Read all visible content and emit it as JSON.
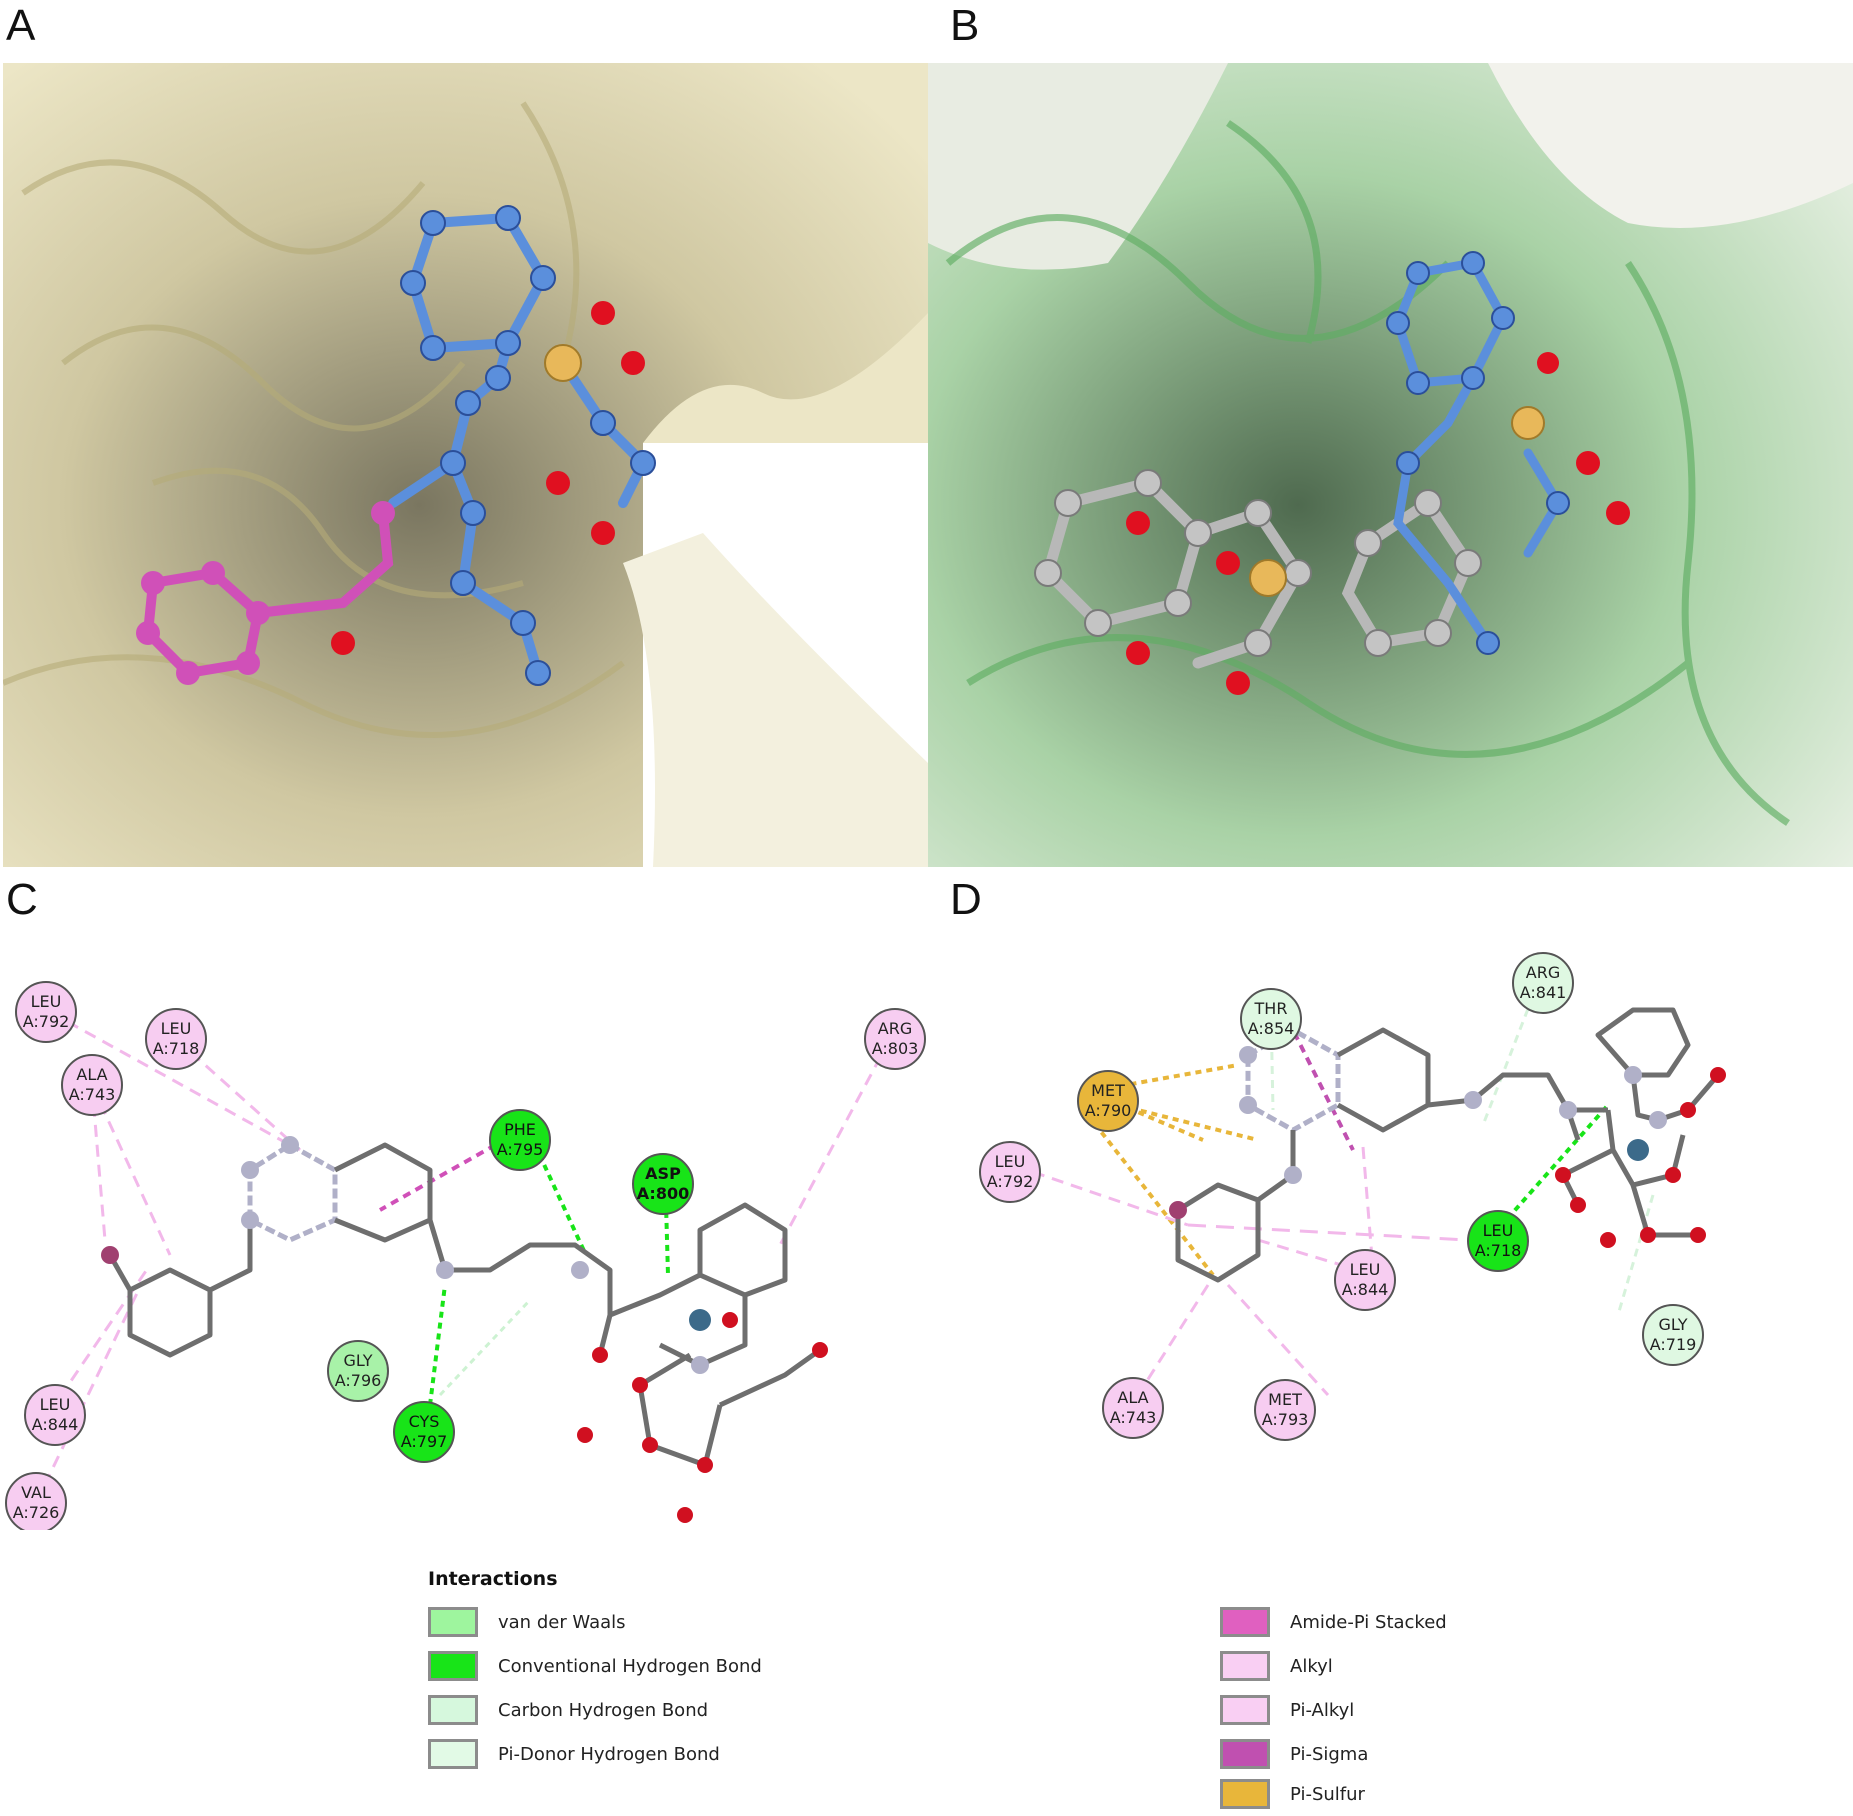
{
  "panels": {
    "a": {
      "letter": "A"
    },
    "b": {
      "letter": "B"
    },
    "c": {
      "letter": "C"
    },
    "d": {
      "letter": "D"
    }
  },
  "panel_c_residues": [
    {
      "name": "LEU",
      "id": "A:792",
      "type": "alkyl"
    },
    {
      "name": "LEU",
      "id": "A:718",
      "type": "alkyl"
    },
    {
      "name": "ALA",
      "id": "A:743",
      "type": "alkyl"
    },
    {
      "name": "PHE",
      "id": "A:795",
      "type": "hbond"
    },
    {
      "name": "ASP",
      "id": "A:800",
      "type": "hbond"
    },
    {
      "name": "ARG",
      "id": "A:803",
      "type": "alkyl"
    },
    {
      "name": "GLY",
      "id": "A:796",
      "type": "vdw"
    },
    {
      "name": "CYS",
      "id": "A:797",
      "type": "hbond"
    },
    {
      "name": "LEU",
      "id": "A:844",
      "type": "alkyl"
    },
    {
      "name": "VAL",
      "id": "A:726",
      "type": "alkyl"
    }
  ],
  "panel_d_residues": [
    {
      "name": "THR",
      "id": "A:854",
      "type": "carbon_h"
    },
    {
      "name": "ARG",
      "id": "A:841",
      "type": "carbon_h"
    },
    {
      "name": "MET",
      "id": "A:790",
      "type": "sulfur"
    },
    {
      "name": "LEU",
      "id": "A:792",
      "type": "alkyl"
    },
    {
      "name": "LEU",
      "id": "A:718",
      "type": "hbond"
    },
    {
      "name": "LEU",
      "id": "A:844",
      "type": "alkyl"
    },
    {
      "name": "GLY",
      "id": "A:719",
      "type": "carbon_h"
    },
    {
      "name": "ALA",
      "id": "A:743",
      "type": "alkyl"
    },
    {
      "name": "MET",
      "id": "A:793",
      "type": "alkyl"
    }
  ],
  "legend": {
    "title": "Interactions",
    "items": [
      {
        "label": "van der Waals",
        "color": "#9ef59e"
      },
      {
        "label": "Conventional Hydrogen Bond",
        "color": "#18e418"
      },
      {
        "label": "Carbon Hydrogen Bond",
        "color": "#d6f8dd"
      },
      {
        "label": "Pi-Donor Hydrogen Bond",
        "color": "#e2fae6"
      },
      {
        "label": "Amide-Pi Stacked",
        "color": "#e060c0"
      },
      {
        "label": "Alkyl",
        "color": "#f9cff3"
      },
      {
        "label": "Pi-Alkyl",
        "color": "#f9cff3"
      },
      {
        "label": "Pi-Sigma",
        "color": "#c050b0"
      },
      {
        "label": "Pi-Sulfur",
        "color": "#e8b63a"
      }
    ]
  },
  "colors": {
    "vdw": "#a8f2a8",
    "hbond": "#18e418",
    "carbon_h": "#dff8e2",
    "alkyl": "#f7cdf1",
    "sulfur": "#e8b63a",
    "surface_a": "#e9e2b8",
    "surface_b": "#d7ecd6"
  }
}
